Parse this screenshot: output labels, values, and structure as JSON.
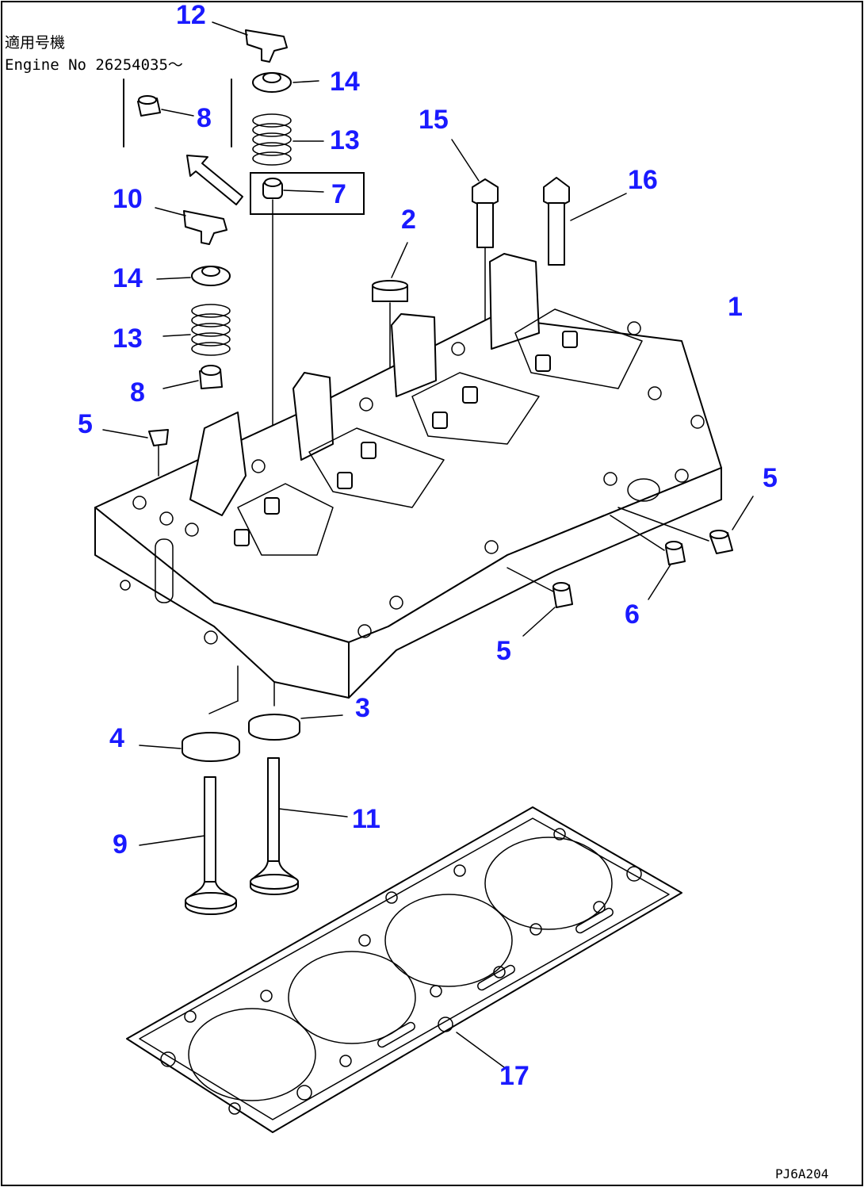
{
  "note": {
    "applicable_jp": "適用号機",
    "engine_no": "Engine No 26254035～"
  },
  "drawing_code": "PJ6A204",
  "callouts": [
    "1",
    "2",
    "3",
    "4",
    "5",
    "5",
    "5",
    "6",
    "7",
    "8",
    "8",
    "9",
    "10",
    "11",
    "12",
    "13",
    "13",
    "14",
    "14",
    "15",
    "16",
    "17"
  ]
}
